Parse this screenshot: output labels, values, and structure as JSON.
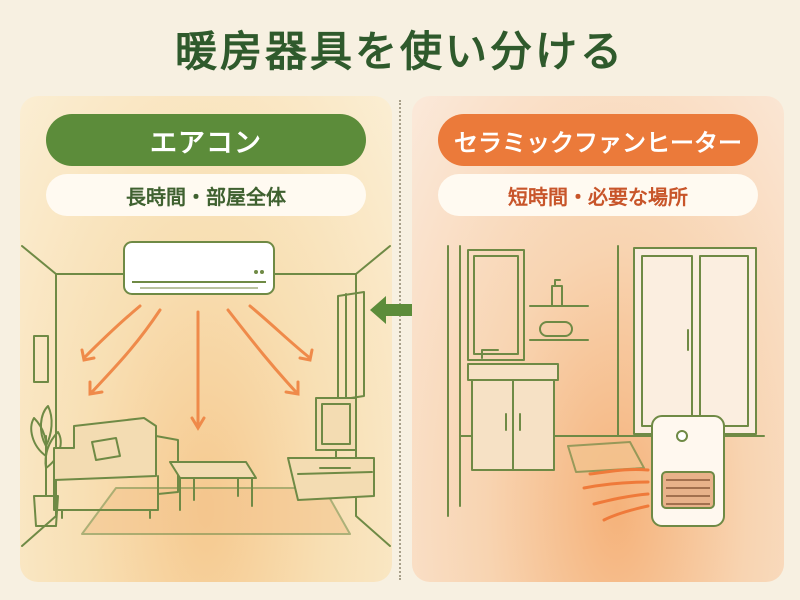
{
  "title": "暖房器具を使い分ける",
  "left": {
    "heading": "エアコン",
    "subheading": "長時間・部屋全体"
  },
  "right": {
    "heading": "セラミックファンヒーター",
    "subheading": "短時間・必要な場所"
  },
  "colors": {
    "title": "#2f5a2c",
    "green": "#5c8c3a",
    "orange": "#eb7a3a",
    "line": "#6f8a45",
    "warm_arrow": "#ef8a4a"
  },
  "icons": {
    "compare": "double-arrow-icon"
  }
}
